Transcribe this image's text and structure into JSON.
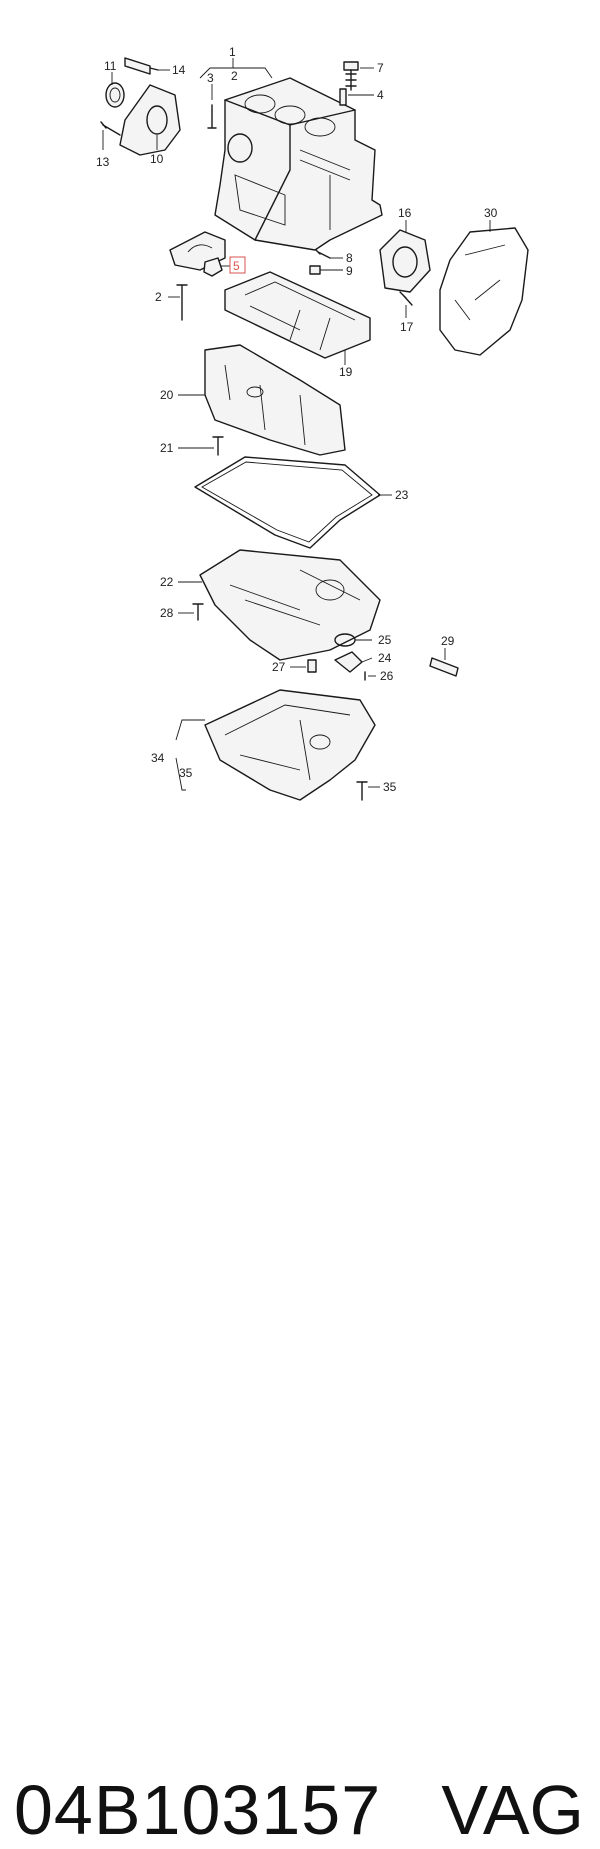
{
  "diagram": {
    "callouts": {
      "c1": "1",
      "c2a": "2",
      "c3": "3",
      "c4": "4",
      "c5": "5",
      "c7": "7",
      "c8": "8",
      "c9": "9",
      "c10": "10",
      "c11": "11",
      "c13": "13",
      "c14": "14",
      "c16": "16",
      "c17": "17",
      "c19": "19",
      "c20": "20",
      "c21": "21",
      "c22": "22",
      "c23": "23",
      "c24": "24",
      "c25": "25",
      "c26": "26",
      "c27": "27",
      "c28": "28",
      "c29": "29",
      "c30": "30",
      "c2b": "2",
      "c34": "34",
      "c35a": "35",
      "c35b": "35"
    },
    "highlighted_part": "5",
    "highlight_color": "#d9534f"
  },
  "footer": {
    "part_number": "04B103157",
    "brand": "VAG"
  }
}
